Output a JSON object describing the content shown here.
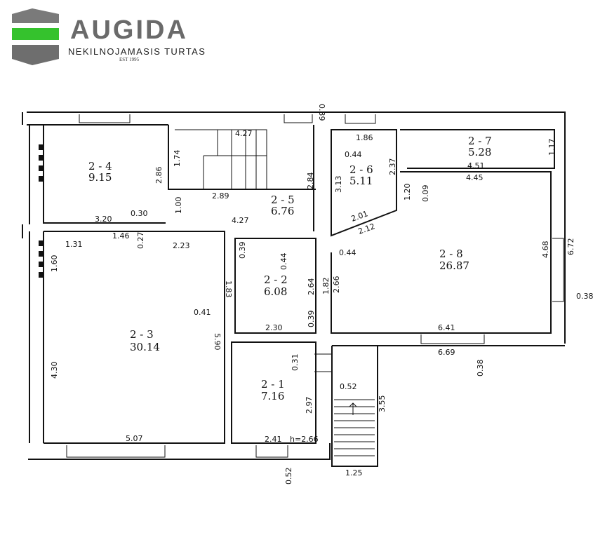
{
  "brand": {
    "name": "AUGIDA",
    "tagline": "NEKILNOJAMASIS TURTAS",
    "established": "EST 1995",
    "colors": {
      "green": "#35c22d",
      "gray": "#7a7a7a",
      "light_gray": "#a9a9a9"
    }
  },
  "rooms": [
    {
      "id": "2 - 1",
      "area": "7.16"
    },
    {
      "id": "2 - 2",
      "area": "6.08"
    },
    {
      "id": "2 - 3",
      "area": "30.14"
    },
    {
      "id": "2 - 4",
      "area": "9.15"
    },
    {
      "id": "2 - 5",
      "area": "6.76"
    },
    {
      "id": "2 - 6",
      "area": "5.11"
    },
    {
      "id": "2 - 7",
      "area": "5.28"
    },
    {
      "id": "2 - 8",
      "area": "26.87"
    }
  ],
  "dimensions": {
    "d0_39_top": "0.39",
    "d4_27_stair": "4.27",
    "d1_74": "1.74",
    "d2_86": "2.86",
    "d2_89": "2.89",
    "d1_00": "1.00",
    "d3_20": "3.20",
    "d0_30": "0.30",
    "d4_27_mid": "4.27",
    "d1_86": "1.86",
    "d0_44_a": "0.44",
    "d2_37": "2.37",
    "d3_13": "3.13",
    "d2_84": "2.84",
    "d2_01": "2.01",
    "d2_12": "2.12",
    "d1_17": "1.17",
    "d4_51": "4.51",
    "d4_45": "4.45",
    "d1_20": "1.20",
    "d0_09": "0.09",
    "d1_31": "1.31",
    "d1_46": "1.46",
    "d0_27": "0.27",
    "d2_23": "2.23",
    "d1_60": "1.60",
    "d0_39_b": "0.39",
    "d0_44_b": "0.44",
    "d0_44_c": "0.44",
    "d4_68": "4.68",
    "d6_72": "6.72",
    "d0_38_r": "0.38",
    "d1_83": "1.83",
    "d2_64": "2.64",
    "d1_82": "1.82",
    "d2_66": "2.66",
    "d0_41": "0.41",
    "d0_39_c": "0.39",
    "d2_30": "2.30",
    "d5_90": "5.90",
    "d6_41": "6.41",
    "d6_69": "6.69",
    "d0_38_b": "0.38",
    "d0_31": "0.31",
    "d4_30": "4.30",
    "d0_52_a": "0.52",
    "d2_97": "2.97",
    "d3_55": "3.55",
    "d5_07": "5.07",
    "d2_41": "2.41",
    "h_2_66": "h=2.66",
    "d0_52_b": "0.52",
    "d1_25": "1.25"
  }
}
